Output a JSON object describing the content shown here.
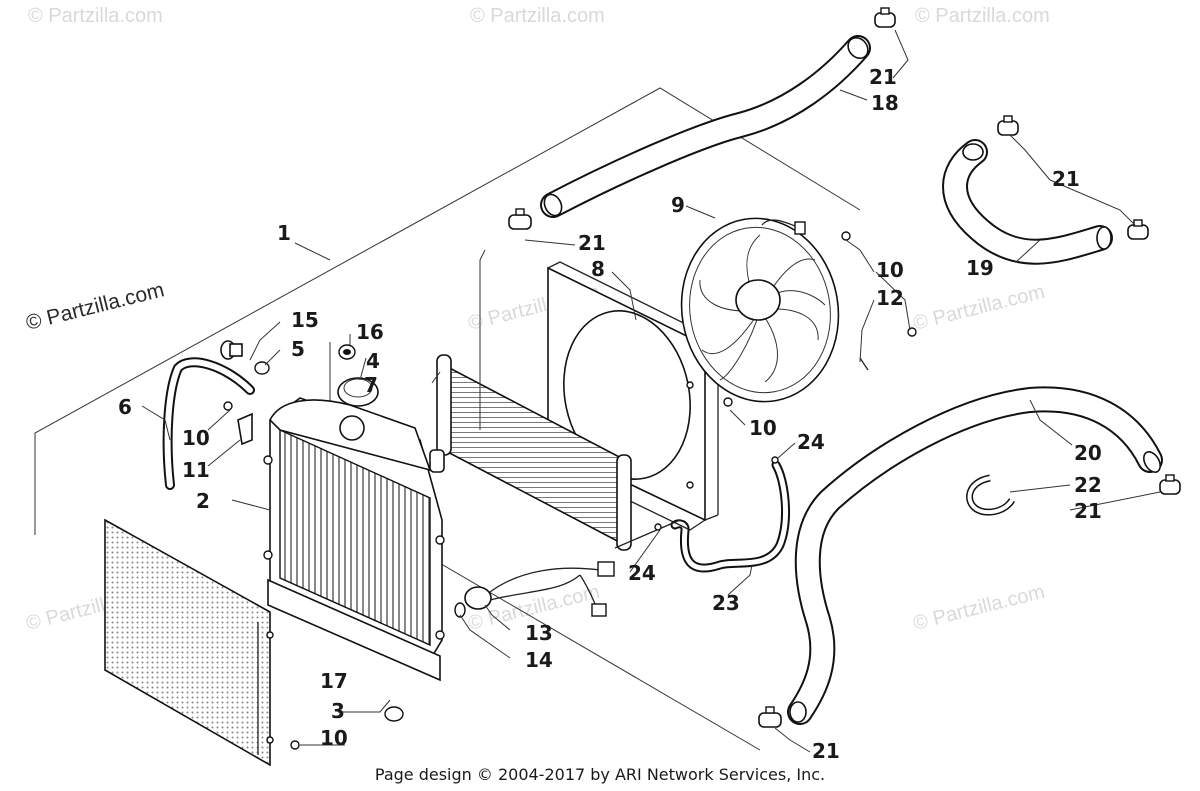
{
  "watermarks": {
    "main": "© Partzilla.com",
    "faint": "© Partzilla.com"
  },
  "callouts": {
    "c1": "1",
    "c2": "2",
    "c3": "3",
    "c4": "4",
    "c5": "5",
    "c6": "6",
    "c7": "7",
    "c8": "8",
    "c9": "9",
    "c10a": "10",
    "c10b": "10",
    "c10c": "10",
    "c10d": "10",
    "c11": "11",
    "c12": "12",
    "c13": "13",
    "c14": "14",
    "c15": "15",
    "c16": "16",
    "c17": "17",
    "c18": "18",
    "c19": "19",
    "c20": "20",
    "c21a": "21",
    "c21b": "21",
    "c21c": "21",
    "c21d": "21",
    "c21e": "21",
    "c22": "22",
    "c23": "23",
    "c24a": "24",
    "c24b": "24"
  },
  "footer": "Page design © 2004-2017 by ARI Network Services, Inc."
}
